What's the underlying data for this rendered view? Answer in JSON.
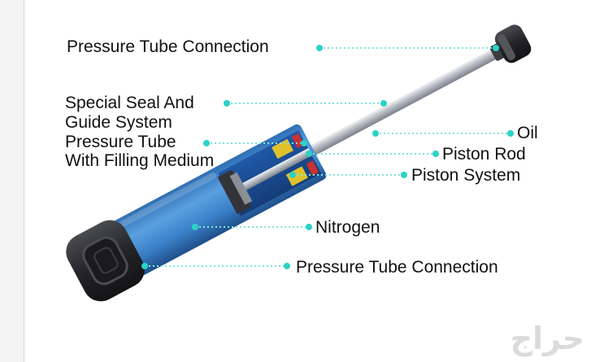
{
  "colors": {
    "leader": "#7fe3dc",
    "dot": "#2bd2c6",
    "tube_blue": "#3f86cc",
    "tube_dark": "#2a2a2e",
    "rod": "#c9ccd2"
  },
  "labels": {
    "pressure_tube_connection_top": "Pressure Tube Connection",
    "special_seal_line1": "Special Seal And",
    "special_seal_line2": "Guide System",
    "pressure_tube_filling_line1": "Pressure Tube",
    "pressure_tube_filling_line2": "With Filling Medium",
    "oil": "Oil",
    "piston_rod": "Piston Rod",
    "piston_system": "Piston System",
    "nitrogen": "Nitrogen",
    "pressure_tube_connection_bottom": "Pressure Tube Connection"
  },
  "watermark": {
    "text": "حراج",
    "icon": "haraj-logo-watermark"
  }
}
